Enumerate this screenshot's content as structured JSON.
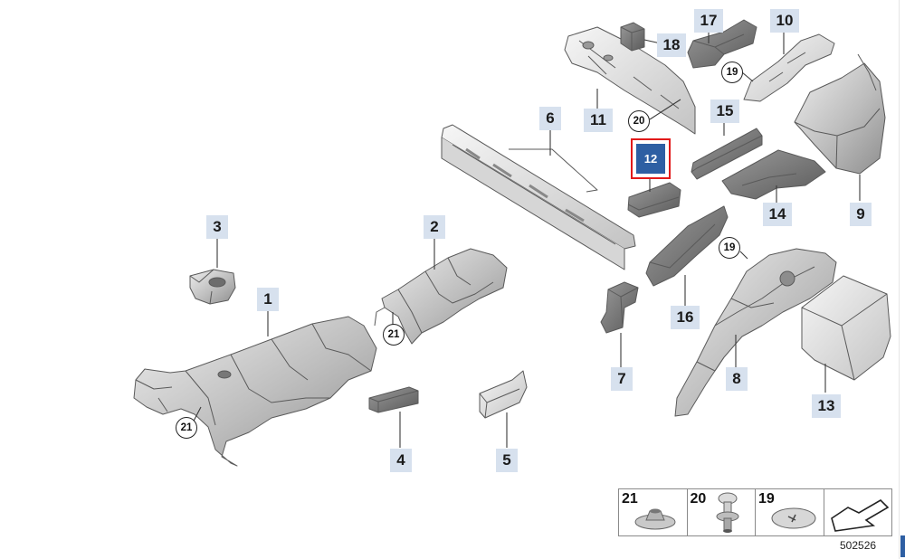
{
  "diagram": {
    "figure_id": "502526",
    "selected_part": "12",
    "callouts": [
      "1",
      "2",
      "3",
      "4",
      "5",
      "6",
      "7",
      "8",
      "9",
      "10",
      "11",
      "13",
      "14",
      "15",
      "16",
      "17",
      "18"
    ],
    "circled_callouts": [
      "19",
      "19",
      "20",
      "21",
      "21"
    ],
    "legend": {
      "items": [
        {
          "number": "21",
          "icon": "nut-icon"
        },
        {
          "number": "20",
          "icon": "clip-icon"
        },
        {
          "number": "19",
          "icon": "rivet-icon"
        }
      ],
      "arrow_icon": "direction-arrow-icon"
    }
  }
}
